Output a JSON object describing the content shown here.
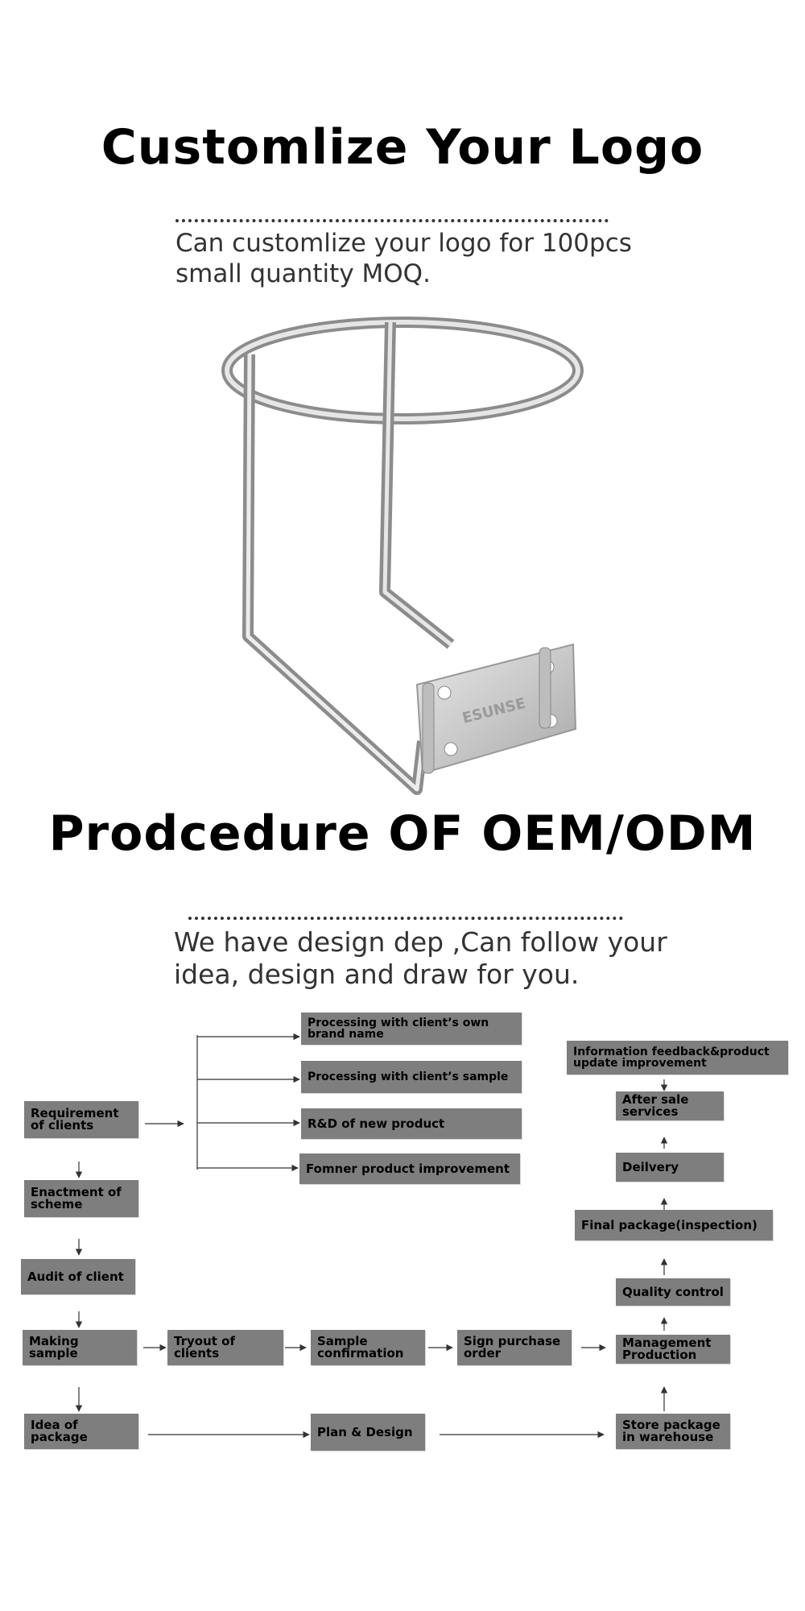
{
  "section_logo": {
    "title": "Customlize Your Logo",
    "subtitle_line1": "Can customlize your logo for 100pcs",
    "subtitle_line2": "small quantity MOQ.",
    "product_brand": "ESUNSE"
  },
  "section_oem": {
    "title": "Prodcedure OF OEM/ODM",
    "subtitle_line1": "We have design dep ,Can follow your",
    "subtitle_line2": "idea, design and draw for you."
  },
  "flowchart": {
    "requirement": "Requirement of clients",
    "branch_own_brand": "Processing with client’s own brand name",
    "branch_sample": "Processing with client’s sample",
    "branch_rnd": "R&D of new product",
    "branch_former": "Fomner product improvement",
    "enactment": "Enactment of scheme",
    "audit": "Audit of client",
    "making_sample": "Making sample",
    "tryout": "Tryout of clients",
    "sample_confirmation": "Sample confirmation",
    "sign_order": "Sign purchase order",
    "management": "Management Production",
    "quality": "Quality control",
    "final_package": "Final package(inspection)",
    "delivery": "Deilvery",
    "after_sale": "After sale services",
    "feedback": "Information feedback&product update improvement",
    "idea_package": "Idea of package",
    "plan_design": "Plan & Design",
    "store_package": "Store package in warehouse"
  },
  "colors": {
    "box_fill": "#7e7e7e",
    "text": "#000000",
    "line": "#333333"
  }
}
